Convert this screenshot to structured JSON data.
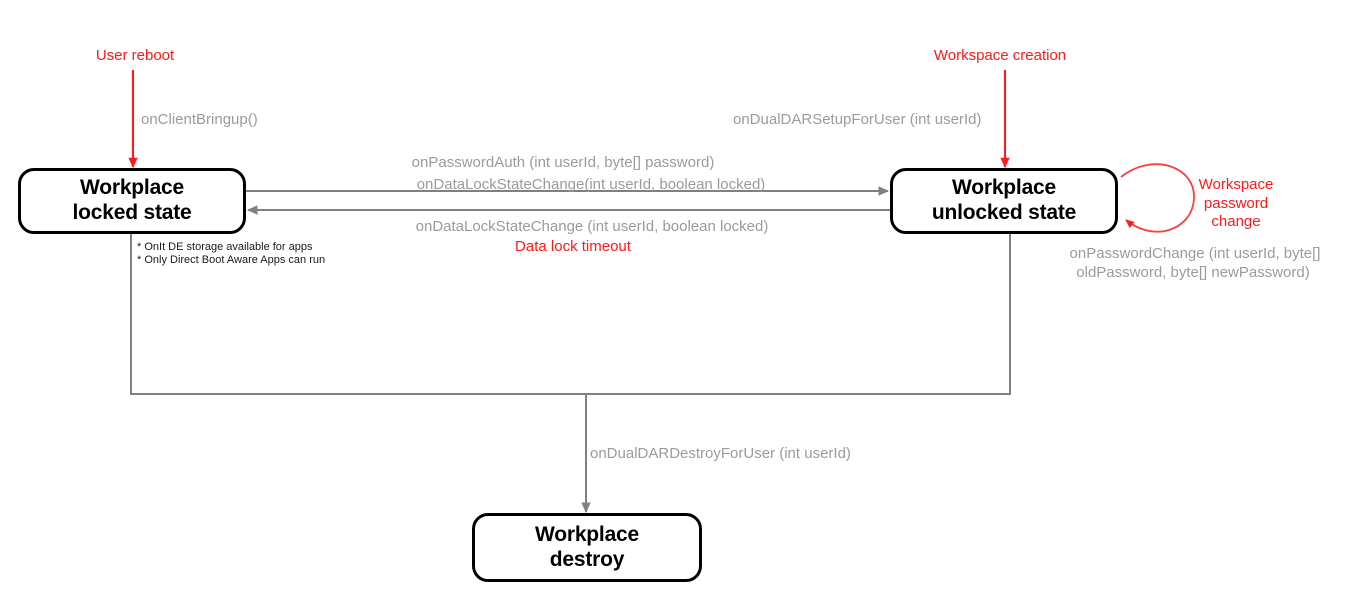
{
  "diagram": {
    "title": "Workplace DualDAR state diagram",
    "colors": {
      "trigger_red": "#ff1a1a",
      "method_gray": "#9b9b9b",
      "edge_gray": "#808080",
      "box_border": "#000000",
      "background": "#ffffff"
    }
  },
  "states": {
    "locked": {
      "line1": "Workplace",
      "line2": "locked state"
    },
    "unlocked": {
      "line1": "Workplace",
      "line2": "unlocked state"
    },
    "destroy": {
      "line1": "Workplace",
      "line2": "destroy"
    }
  },
  "notes": {
    "locked_bullets_line1": "* OnIt DE storage available for apps",
    "locked_bullets_line2": "* Only Direct Boot Aware Apps can run"
  },
  "triggers": {
    "user_reboot": "User reboot",
    "workspace_creation": "Workspace creation",
    "data_lock_timeout": "Data lock timeout",
    "workspace_password_change_l1": "Workspace",
    "workspace_password_change_l2": "password",
    "workspace_password_change_l3": "change"
  },
  "transitions": {
    "client_bringup": "onClientBringup()",
    "dualdar_setup": "onDualDARSetupForUser (int userId)",
    "password_auth": "onPasswordAuth (int userId, byte[] password)",
    "data_lock_state_change_unlock": "onDataLockStateChange(int userId, boolean locked)",
    "data_lock_state_change_lock": "onDataLockStateChange (int userId, boolean locked)",
    "dualdar_destroy": "onDualDARDestroyForUser (int userId)",
    "password_change_l1": "onPasswordChange (int userId, byte[]",
    "password_change_l2": "oldPassword, byte[] newPassword)"
  }
}
